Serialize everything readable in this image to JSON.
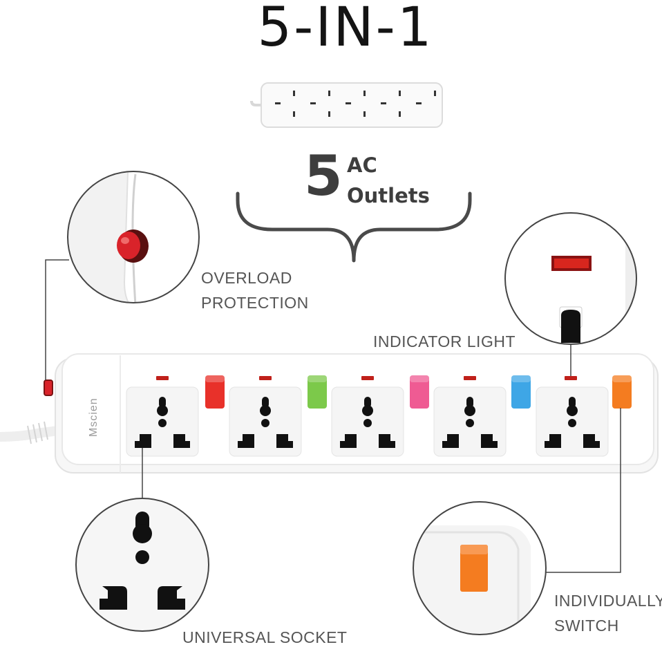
{
  "headline": "5-IN-1",
  "outlet_count": {
    "number": "5",
    "line1": "AC",
    "line2": "Outlets"
  },
  "brand": "Mscien",
  "callouts": {
    "overload_line1": "OVERLOAD",
    "overload_line2": "PROTECTION",
    "indicator": "INDICATOR LIGHT",
    "socket": "UNIVERSAL SOCKET",
    "switch_line1": "INDIVIDUALLY",
    "switch_line2": "SWITCH"
  },
  "switch_colors": [
    "#e8312a",
    "#7cc94a",
    "#ef5b93",
    "#3ea6e6",
    "#f47c20"
  ],
  "colors": {
    "indicator_led": "#c0201a",
    "overload_button": "#d9232a",
    "socket_hole": "#111111"
  }
}
